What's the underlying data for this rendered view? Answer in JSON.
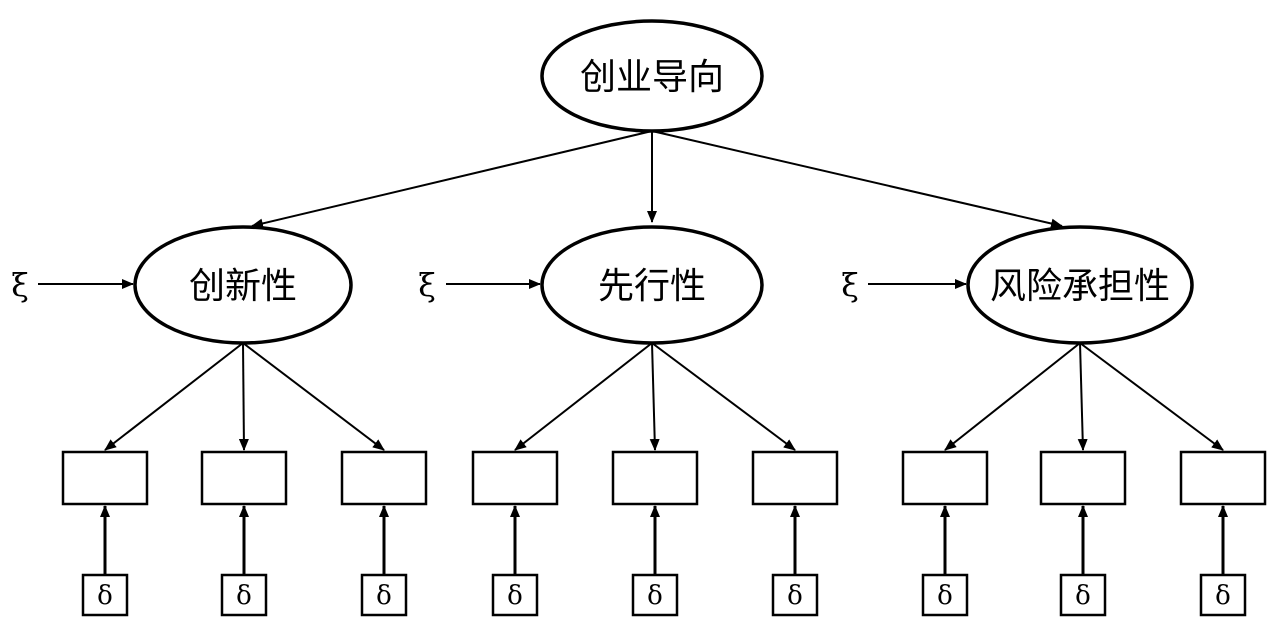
{
  "diagram": {
    "top_factor": {
      "label": "创业导向"
    },
    "sub_factors": [
      {
        "label": "创新性",
        "disturbance": "ξ"
      },
      {
        "label": "先行性",
        "disturbance": "ξ"
      },
      {
        "label": "风险承担性",
        "disturbance": "ξ"
      }
    ],
    "indicators_per_factor": 3,
    "error_label": "δ"
  }
}
